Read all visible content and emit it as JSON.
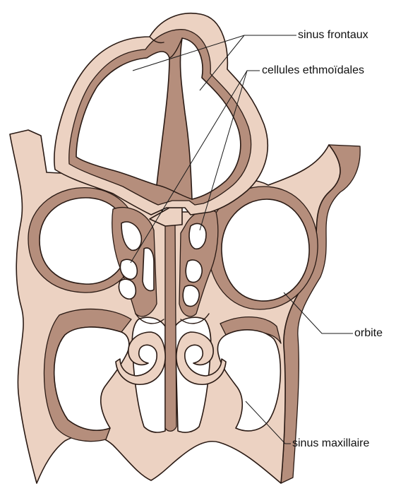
{
  "labels": {
    "sinus_frontaux": "sinus frontaux",
    "cellules_ethmoidales": "cellules ethmoïdales",
    "orbite": "orbite",
    "sinus_maxillaire": "sinus maxillaire"
  },
  "colors": {
    "bone": "#ecd2c2",
    "bone_shadow": "#b58e7c",
    "outline": "#2a1a14",
    "background": "#ffffff"
  }
}
